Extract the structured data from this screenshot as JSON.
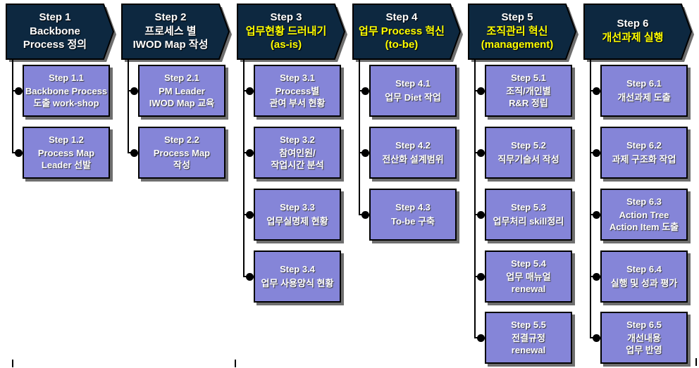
{
  "diagram": {
    "colors": {
      "header_bg": "#0d2840",
      "box_bg": "#8585d8",
      "subtitle_yellow": "#ffff00",
      "text_white": "#ffffff",
      "outline": "#000000",
      "shadow_gray": "#6f6f6f"
    },
    "columns": [
      {
        "header": {
          "step": "Step 1",
          "subtitle": "Backbone\nProcess 정의",
          "subtitle_color": "white"
        },
        "boxes": [
          {
            "step": "Step 1.1",
            "label": "Backbone Process\n도출 work-shop"
          },
          {
            "step": "Step 1.2",
            "label": "Process Map\nLeader 선발"
          }
        ]
      },
      {
        "header": {
          "step": "Step 2",
          "subtitle": "프로세스 별\nIWOD Map 작성",
          "subtitle_color": "white"
        },
        "boxes": [
          {
            "step": "Step 2.1",
            "label": "PM Leader\nIWOD Map 교육"
          },
          {
            "step": "Step 2.2",
            "label": "Process Map\n작성"
          }
        ]
      },
      {
        "header": {
          "step": "Step 3",
          "subtitle": "업무현황 드러내기\n(as-is)",
          "subtitle_color": "yellow"
        },
        "boxes": [
          {
            "step": "Step 3.1",
            "label": "Process별\n관여 부서 현황"
          },
          {
            "step": "Step 3.2",
            "label": "참여인원/\n작업시간 분석"
          },
          {
            "step": "Step 3.3",
            "label": "업무실명제 현황"
          },
          {
            "step": "Step 3.4",
            "label": "업무 사용양식 현황"
          }
        ]
      },
      {
        "header": {
          "step": "Step 4",
          "subtitle": "업무 Process 혁신\n(to-be)",
          "subtitle_color": "yellow"
        },
        "boxes": [
          {
            "step": "Step 4.1",
            "label": "업무 Diet 작업"
          },
          {
            "step": "Step 4.2",
            "label": "전산화 설계범위"
          },
          {
            "step": "Step 4.3",
            "label": "To-be 구축"
          }
        ]
      },
      {
        "header": {
          "step": "Step 5",
          "subtitle": "조직관리 혁신\n(management)",
          "subtitle_color": "yellow"
        },
        "boxes": [
          {
            "step": "Step 5.1",
            "label": "조직/개인별\nR&R 정립"
          },
          {
            "step": "Step 5.2",
            "label": "직무기술서 작성"
          },
          {
            "step": "Step 5.3",
            "label": "업무처리 skill정리"
          },
          {
            "step": "Step 5.4",
            "label": "업무 매뉴얼\nrenewal"
          },
          {
            "step": "Step 5.5",
            "label": "전결규정\nrenewal"
          }
        ]
      },
      {
        "header": {
          "step": "Step 6",
          "subtitle": "개선과제 실행",
          "subtitle_color": "yellow"
        },
        "boxes": [
          {
            "step": "Step 6.1",
            "label": "개선과제 도출"
          },
          {
            "step": "Step 6.2",
            "label": "과제 구조화 작업"
          },
          {
            "step": "Step 6.3",
            "label": "Action Tree\nAction Item 도출"
          },
          {
            "step": "Step 6.4",
            "label": "실행 및 성과 평가"
          },
          {
            "step": "Step 6.5",
            "label": "개선내용\n업무 반영"
          }
        ]
      }
    ]
  }
}
